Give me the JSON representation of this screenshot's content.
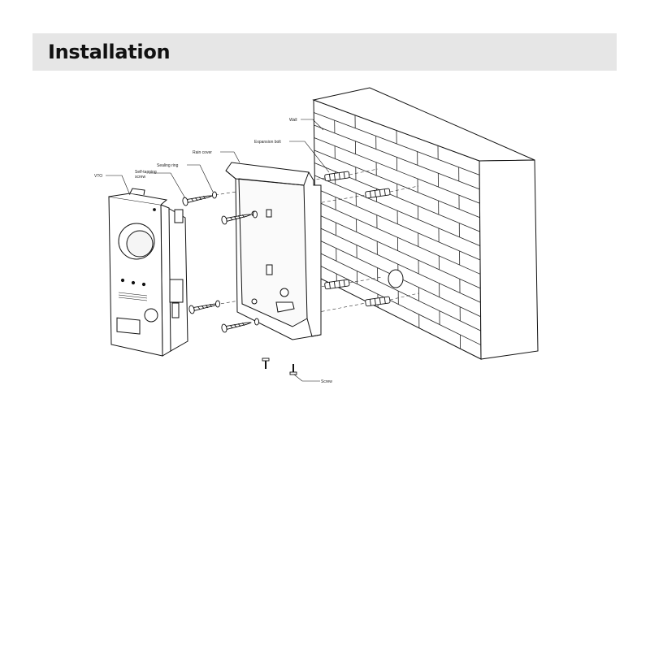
{
  "header": {
    "title": "Installation"
  },
  "diagram": {
    "labels": {
      "wall": "Wall",
      "expansion_bolt": "Expansion bolt",
      "rain_cover": "Rain cover",
      "sealing_ring": "Sealing ring",
      "self_tapping_line1": "Self-tapping",
      "self_tapping_line2": "screw",
      "vtc": "VTO",
      "screw": "Screw"
    }
  }
}
